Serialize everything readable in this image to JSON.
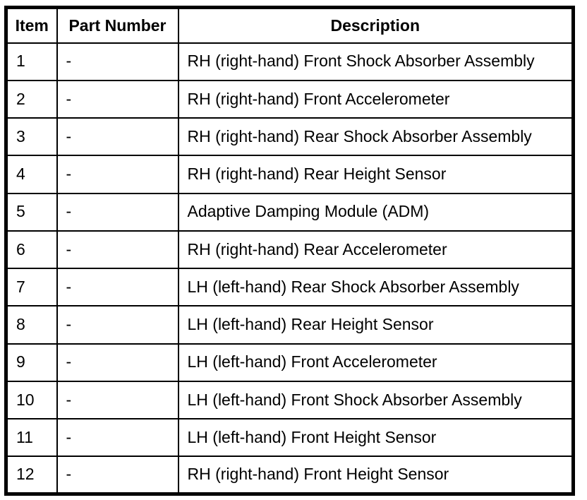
{
  "colors": {
    "border": "#000000",
    "background": "#ffffff",
    "text": "#000000"
  },
  "table": {
    "headers": {
      "item": "Item",
      "part_number": "Part Number",
      "description": "Description"
    },
    "rows": [
      {
        "item": "1",
        "part_number": "-",
        "description": "RH (right-hand) Front Shock Absorber Assembly"
      },
      {
        "item": "2",
        "part_number": "-",
        "description": "RH (right-hand) Front Accelerometer"
      },
      {
        "item": "3",
        "part_number": "-",
        "description": "RH (right-hand) Rear Shock Absorber Assembly"
      },
      {
        "item": "4",
        "part_number": "-",
        "description": "RH (right-hand) Rear Height Sensor"
      },
      {
        "item": "5",
        "part_number": "-",
        "description": "Adaptive Damping Module (ADM)"
      },
      {
        "item": "6",
        "part_number": "-",
        "description": "RH (right-hand) Rear Accelerometer"
      },
      {
        "item": "7",
        "part_number": "-",
        "description": "LH (left-hand) Rear Shock Absorber Assembly"
      },
      {
        "item": "8",
        "part_number": "-",
        "description": "LH (left-hand) Rear Height Sensor"
      },
      {
        "item": "9",
        "part_number": "-",
        "description": "LH (left-hand) Front Accelerometer"
      },
      {
        "item": "10",
        "part_number": "-",
        "description": "LH (left-hand) Front Shock Absorber Assembly"
      },
      {
        "item": "11",
        "part_number": "-",
        "description": "LH (left-hand) Front Height Sensor"
      },
      {
        "item": "12",
        "part_number": "-",
        "description": "RH (right-hand) Front Height Sensor"
      }
    ]
  }
}
